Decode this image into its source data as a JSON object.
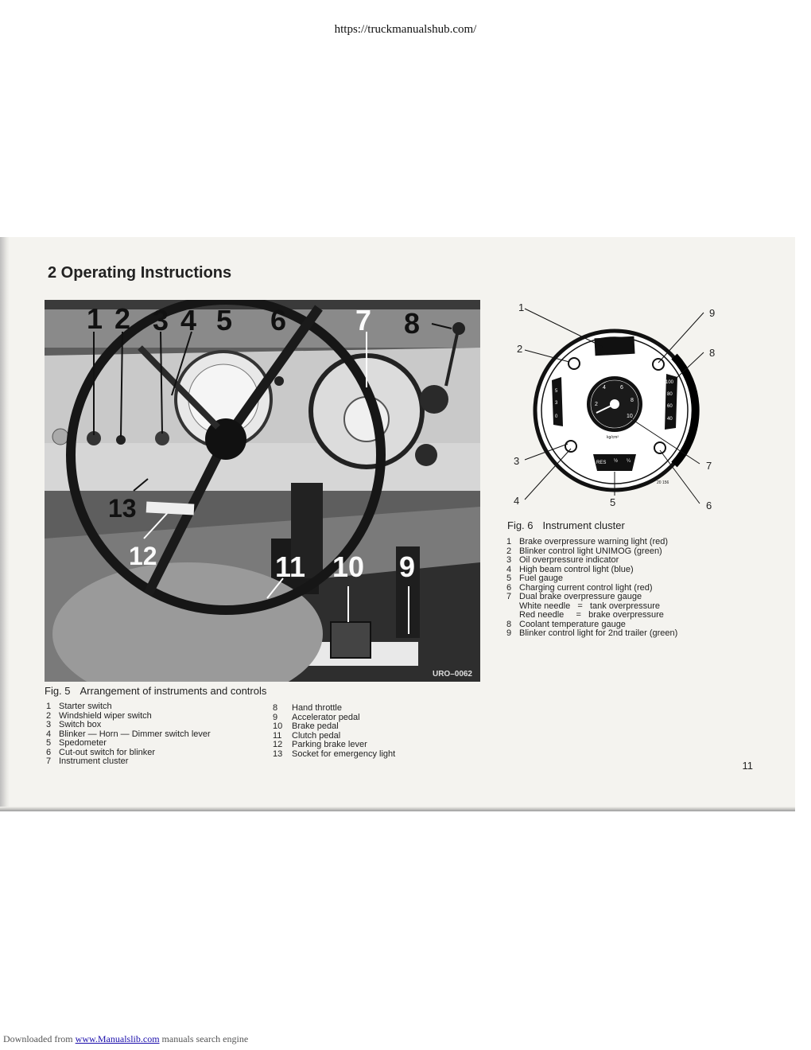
{
  "header": {
    "url": "https://truckmanualshub.com/"
  },
  "page": {
    "section_title": "2  Operating Instructions",
    "page_number": "11"
  },
  "figure5": {
    "label": "Fig. 5",
    "caption": "Arrangement of instruments and controls",
    "photo_stamp": "URO–0062",
    "callouts": [
      "1",
      "2",
      "3",
      "4",
      "5",
      "6",
      "7",
      "8",
      "9",
      "10",
      "11",
      "12",
      "13"
    ],
    "legend_left": [
      {
        "num": "1",
        "text": "Starter switch"
      },
      {
        "num": "2",
        "text": "Windshield wiper switch"
      },
      {
        "num": "3",
        "text": "Switch box"
      },
      {
        "num": "4",
        "text": "Blinker — Horn — Dimmer switch lever"
      },
      {
        "num": "5",
        "text": "Spedometer"
      },
      {
        "num": "6",
        "text": "Cut-out switch for blinker"
      },
      {
        "num": "7",
        "text": "Instrument cluster"
      }
    ],
    "legend_right": [
      {
        "num": "8",
        "text": "Hand throttle"
      },
      {
        "num": "9",
        "text": "Accelerator pedal"
      },
      {
        "num": "10",
        "text": "Brake pedal"
      },
      {
        "num": "11",
        "text": "Clutch pedal"
      },
      {
        "num": "12",
        "text": "Parking brake lever"
      },
      {
        "num": "13",
        "text": "Socket for emergency light"
      }
    ]
  },
  "figure6": {
    "label": "Fig. 6",
    "caption": "Instrument cluster",
    "stamp": "20 156",
    "callouts": [
      "1",
      "2",
      "3",
      "4",
      "5",
      "6",
      "7",
      "8",
      "9"
    ],
    "gauge": {
      "center_ticks": [
        "2",
        "4",
        "6",
        "8",
        "10"
      ],
      "unit": "kg/cm²",
      "right_ticks": [
        "100",
        "80",
        "60",
        "40"
      ],
      "left_ticks": [
        "5",
        "3",
        "0"
      ],
      "fuel_labels": [
        "RES",
        "½",
        "¼"
      ]
    },
    "legend": [
      {
        "num": "1",
        "text": "Brake overpressure warning light (red)"
      },
      {
        "num": "2",
        "text": "Blinker control light UNIMOG (green)"
      },
      {
        "num": "3",
        "text": "Oil overpressure indicator"
      },
      {
        "num": "4",
        "text": "High beam control light (blue)"
      },
      {
        "num": "5",
        "text": "Fuel gauge"
      },
      {
        "num": "6",
        "text": "Charging current control light (red)"
      },
      {
        "num": "7",
        "text": "Dual brake overpressure gauge"
      },
      {
        "num": "",
        "text": "White needle   =   tank overpressure"
      },
      {
        "num": "",
        "text": "Red needle     =   brake overpressure"
      },
      {
        "num": "8",
        "text": "Coolant temperature gauge"
      },
      {
        "num": "9",
        "text": "Blinker control light for 2nd trailer (green)"
      }
    ]
  },
  "footer": {
    "prefix": "Downloaded from ",
    "link": "www.Manualslib.com",
    "suffix": " manuals search engine"
  }
}
